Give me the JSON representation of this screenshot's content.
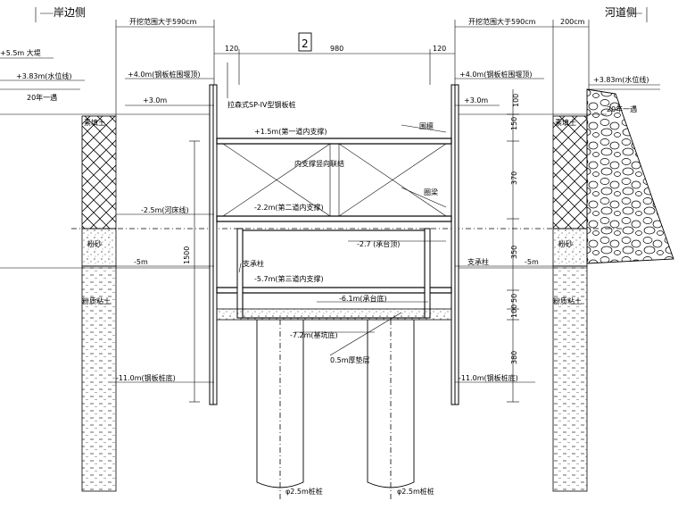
{
  "titles": {
    "left_side": "岸边侧",
    "right_side": "河道侧",
    "section_no": "2"
  },
  "dimensions": {
    "left_excavation": "开挖范围大于590cm",
    "right_excavation": "开挖范围大于590cm",
    "right_offset": "200cm",
    "left_gap": "120",
    "center_width": "980",
    "right_gap": "120",
    "total_height": "1500",
    "right_col": [
      "100",
      "150",
      "370",
      "350",
      "50",
      "100",
      "380"
    ]
  },
  "levels": {
    "left_embankment": "+5.5m 大堤",
    "left_water": "+3.83m(水位线)",
    "left_flood": "20年一遇",
    "left_pile_top": "+4.0m(钢板桩围堰顶)",
    "left_ground": "+3.0m",
    "right_pile_top": "+4.0m(钢板桩围堰顶)",
    "right_ground": "+3.0m",
    "right_water": "+3.83m(水位线)",
    "right_flood": "20年一遇",
    "riverbed": "-2.5m(河床线)",
    "left_minus5": "-5m",
    "right_minus5": "-5m",
    "left_pile_bottom": "-11.0m(钢板桩底)",
    "right_pile_bottom": "-11.0m(钢板桩底)",
    "support1": "+1.5m(第一道内支撑)",
    "support2": "-2.2m(第二道内支撑)",
    "support3": "-5.7m(第三道内支撑)",
    "cap_top": "-2.7 (承台顶)",
    "cap_bottom": "-6.1m(承台底)",
    "pit_bottom": "-7.2m(基坑底)"
  },
  "labels": {
    "sheet_pile": "拉森式SP-IV型钢板桩",
    "waling": "围檩",
    "waling2": "圈梁",
    "vertical_bracing": "内支撑竖向联结",
    "column_left": "支承柱",
    "column_right": "支承柱",
    "cushion": "0.5m厚垫层",
    "pile_left": "φ2.5m桩桩",
    "pile_right": "φ2.5m桩桩",
    "soil_fill_left": "素填土",
    "soil_fill_right": "素填土",
    "soil_sand_left": "粉砂",
    "soil_sand_right": "粉砂",
    "soil_clay_left": "粉质粘土",
    "soil_clay_right": "粉质粘土"
  }
}
